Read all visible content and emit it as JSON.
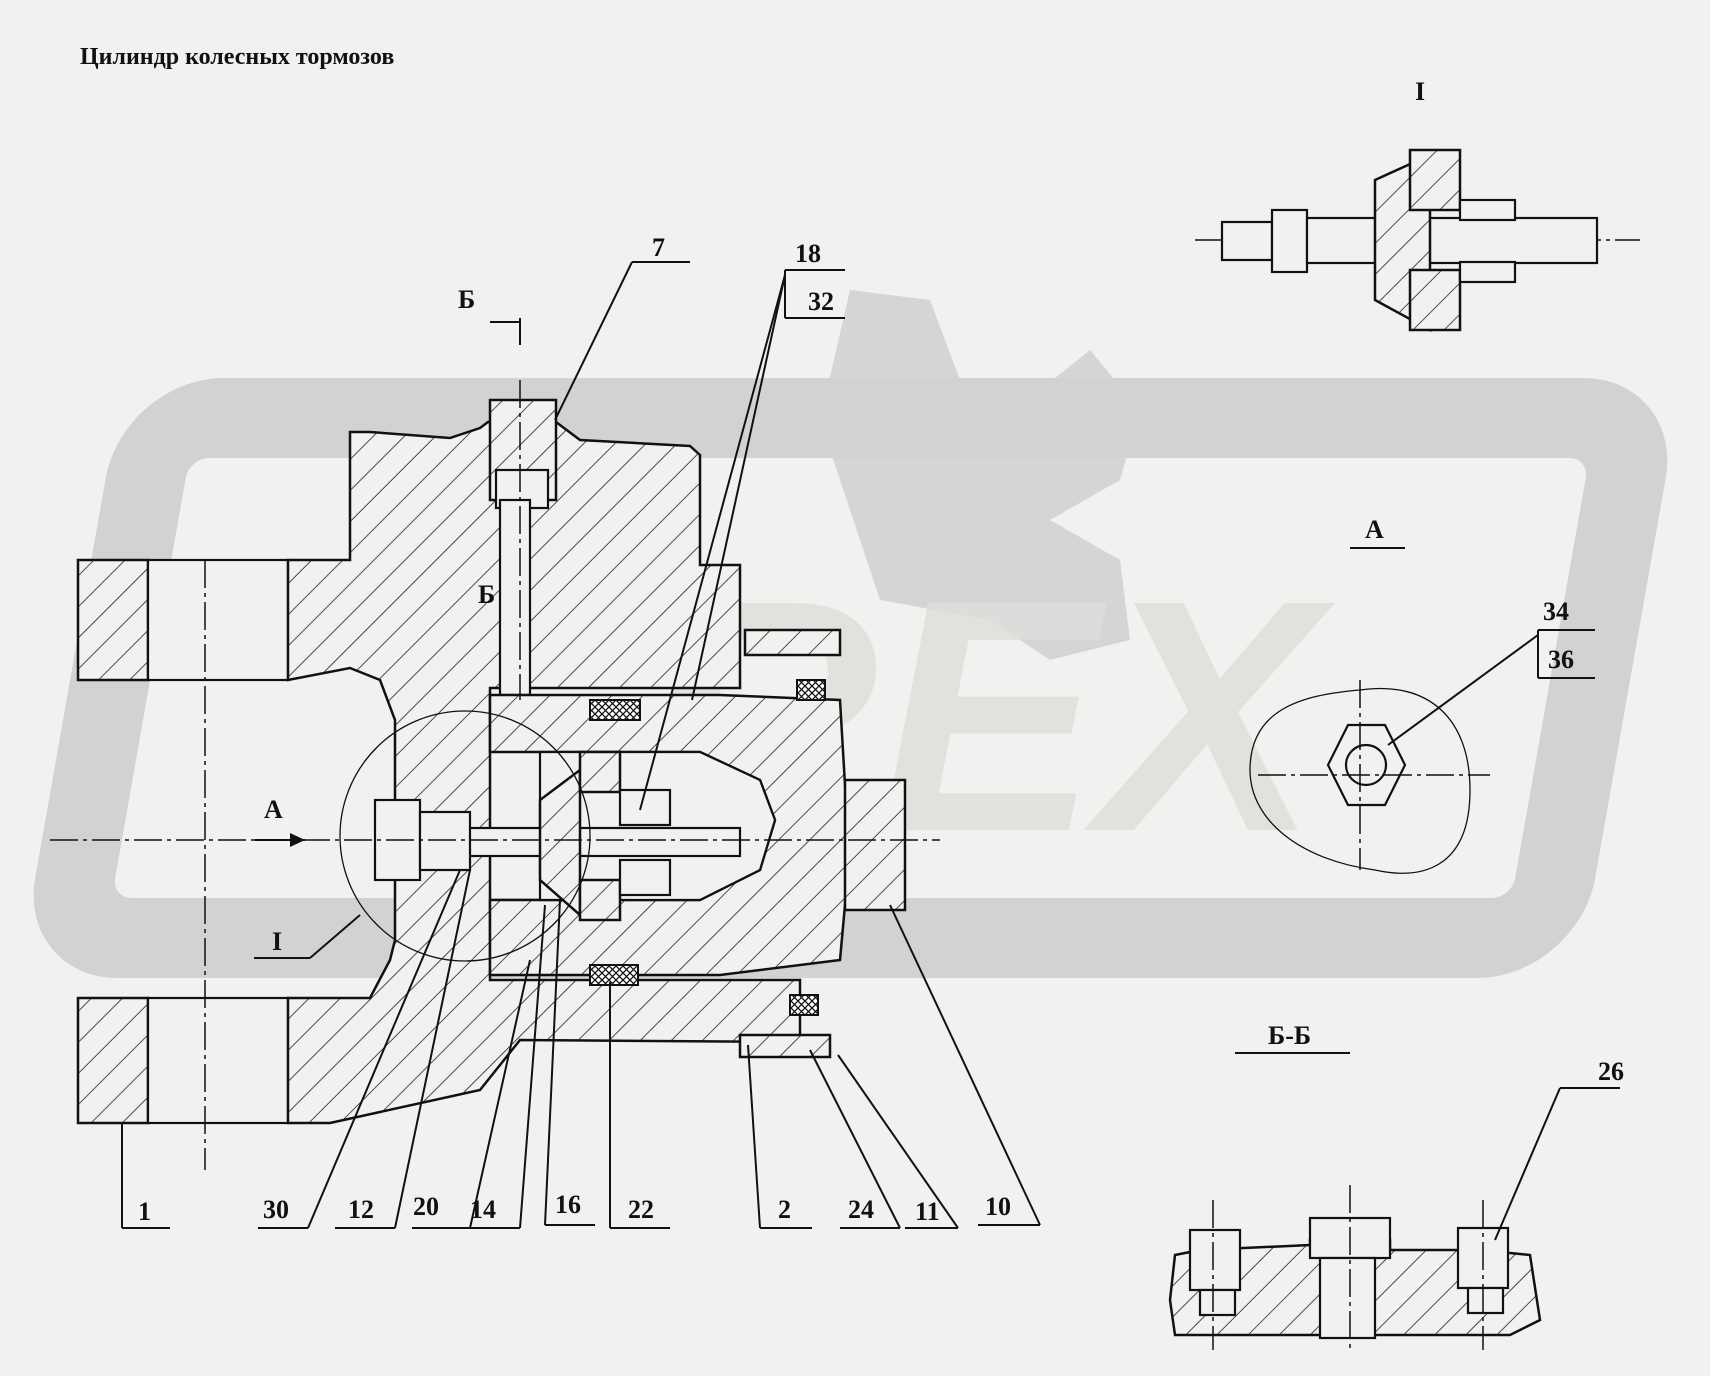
{
  "title": "Цилиндр колесных тормозов",
  "watermark": "REX",
  "views": {
    "detail": "I",
    "view_a": "A",
    "section_bb": "Б-Б",
    "section_mark": "Б",
    "view_arrow": "A"
  },
  "callouts": [
    {
      "id": "c7",
      "text": "7"
    },
    {
      "id": "c18",
      "text": "18"
    },
    {
      "id": "c32",
      "text": "32"
    },
    {
      "id": "c34",
      "text": "34"
    },
    {
      "id": "c36",
      "text": "36"
    },
    {
      "id": "c26",
      "text": "26"
    },
    {
      "id": "c1",
      "text": "1"
    },
    {
      "id": "c30",
      "text": "30"
    },
    {
      "id": "c12",
      "text": "12"
    },
    {
      "id": "c20",
      "text": "20"
    },
    {
      "id": "c14",
      "text": "14"
    },
    {
      "id": "c16",
      "text": "16"
    },
    {
      "id": "c22",
      "text": "22"
    },
    {
      "id": "c2",
      "text": "2"
    },
    {
      "id": "c24",
      "text": "24"
    },
    {
      "id": "c11",
      "text": "11"
    },
    {
      "id": "c10",
      "text": "10"
    },
    {
      "id": "cI",
      "text": "I"
    }
  ]
}
